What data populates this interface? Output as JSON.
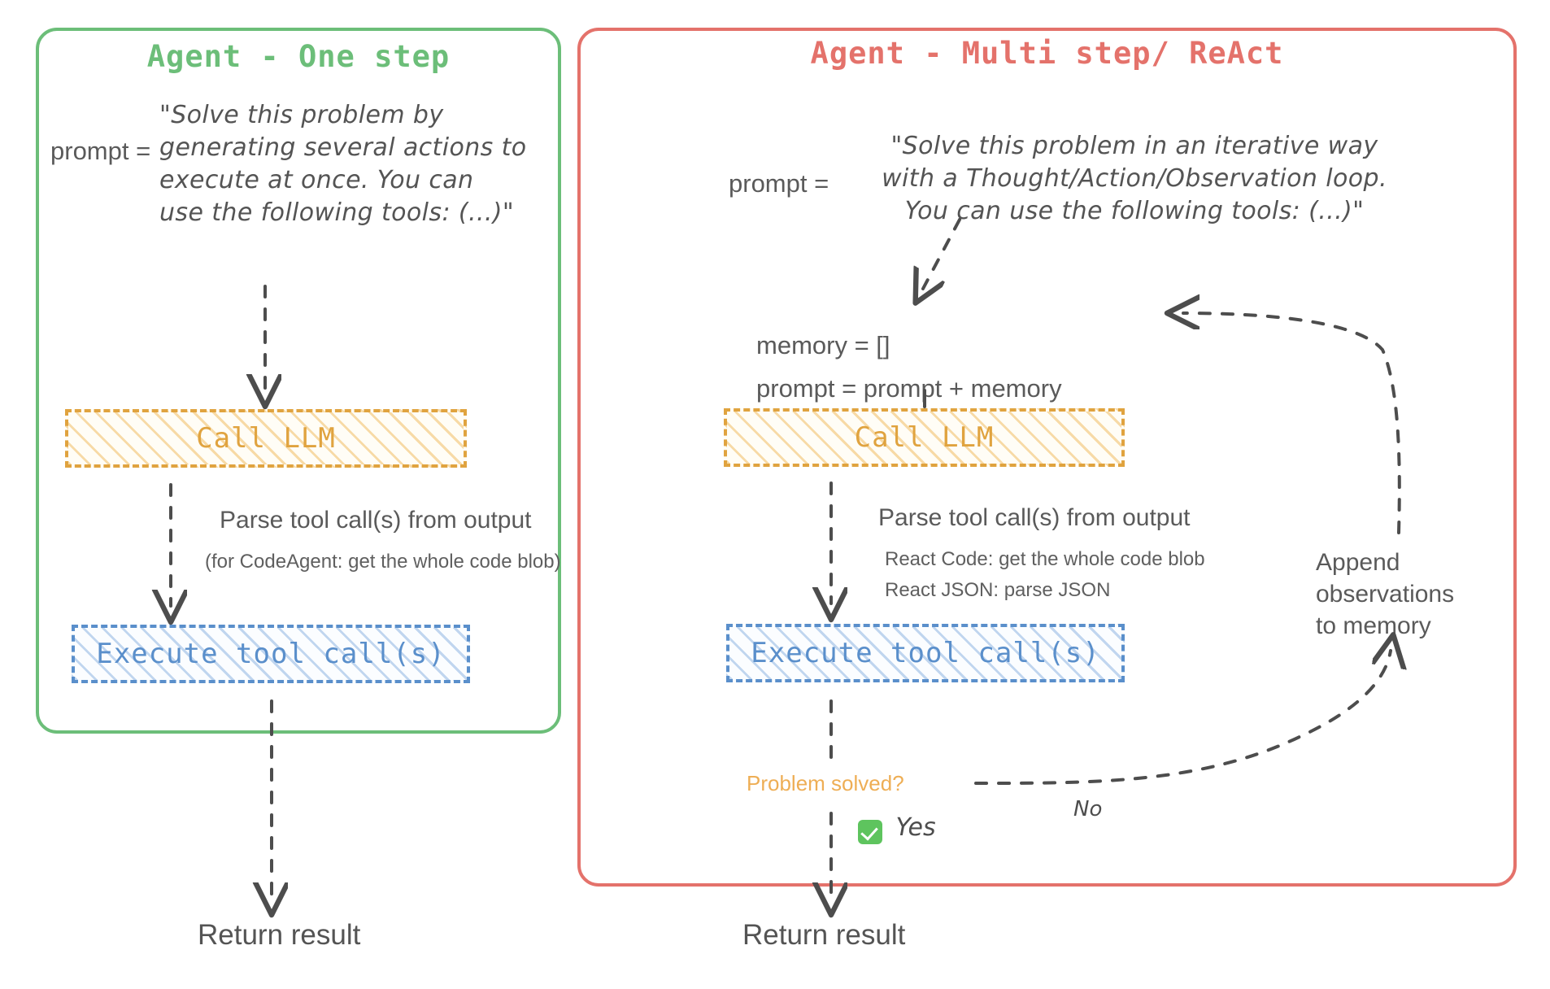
{
  "diagram": {
    "title": "Agent one-step vs multi-step / ReAct flow",
    "panels": [
      {
        "id": "one-step",
        "title": "Agent - One step",
        "color": "#6cbe79",
        "prompt_label": "prompt =",
        "prompt_lines": [
          "\"Solve this problem by",
          "generating several actions to",
          "execute at once. You can",
          "use the following tools: (...)\""
        ],
        "llm_box": "Call LLM",
        "parse_main": "Parse tool call(s) from output",
        "parse_sub": [
          "(for CodeAgent: get the whole code blob)"
        ],
        "exec_box": "Execute tool call(s)",
        "return": "Return result"
      },
      {
        "id": "multi-step",
        "title": "Agent - Multi step/ ReAct",
        "color": "#e4726b",
        "prompt_label": "prompt =",
        "prompt_lines": [
          "\"Solve this problem in an iterative way",
          "with a Thought/Action/Observation loop.",
          "You can use the following tools: (...)\""
        ],
        "memory_lines": [
          "memory = []",
          "prompt = prompt + memory"
        ],
        "llm_box": "Call LLM",
        "parse_main": "Parse tool call(s) from output",
        "parse_sub": [
          "React Code: get the whole code blob",
          "React JSON: parse JSON"
        ],
        "exec_box": "Execute tool call(s)",
        "decision": "Problem solved?",
        "yes_label": "Yes",
        "no_label": "No",
        "loop_lines": [
          "Append",
          "observations",
          "to memory"
        ],
        "return": "Return result"
      }
    ],
    "colors": {
      "green": "#6cbe79",
      "red": "#e4726b",
      "orange": "#e0a33f",
      "blue": "#5a8fcb",
      "text": "#545454",
      "check_green": "#5ec45e"
    }
  }
}
